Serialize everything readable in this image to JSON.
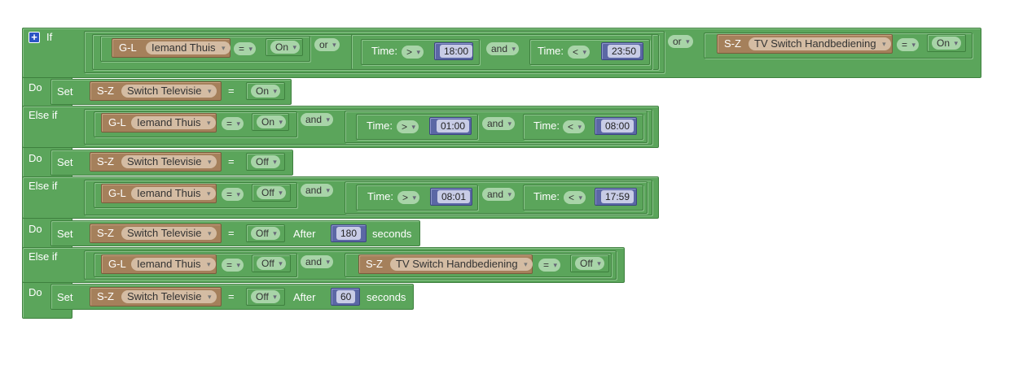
{
  "keywords": {
    "if": "If",
    "do": "Do",
    "else_if": "Else if",
    "set": "Set",
    "time": "Time:",
    "after": "After",
    "seconds": "seconds",
    "and": "and",
    "or": "or"
  },
  "devices": {
    "gl_prefix": "G-L",
    "sz_prefix": "S-Z",
    "iemand_thuis": "Iemand Thuis",
    "switch_televisie": "Switch Televisie",
    "tv_switch_handbediening": "TV Switch Handbediening"
  },
  "operators": {
    "eq": "=",
    "gt": ">",
    "lt": "<"
  },
  "values": {
    "on": "On",
    "off": "Off"
  },
  "times": {
    "t1800": "18:00",
    "t2350": "23:50",
    "t0100": "01:00",
    "t0800": "08:00",
    "t0801": "08:01",
    "t1759": "17:59"
  },
  "delays": {
    "d180": "180",
    "d60": "60"
  },
  "icons": {
    "expand": "plus-icon"
  },
  "colors": {
    "logic_green": "#5ba55b",
    "device_brown": "#a5805b",
    "number_blue": "#5b67a5",
    "mutator_blue": "#2c54c4"
  }
}
